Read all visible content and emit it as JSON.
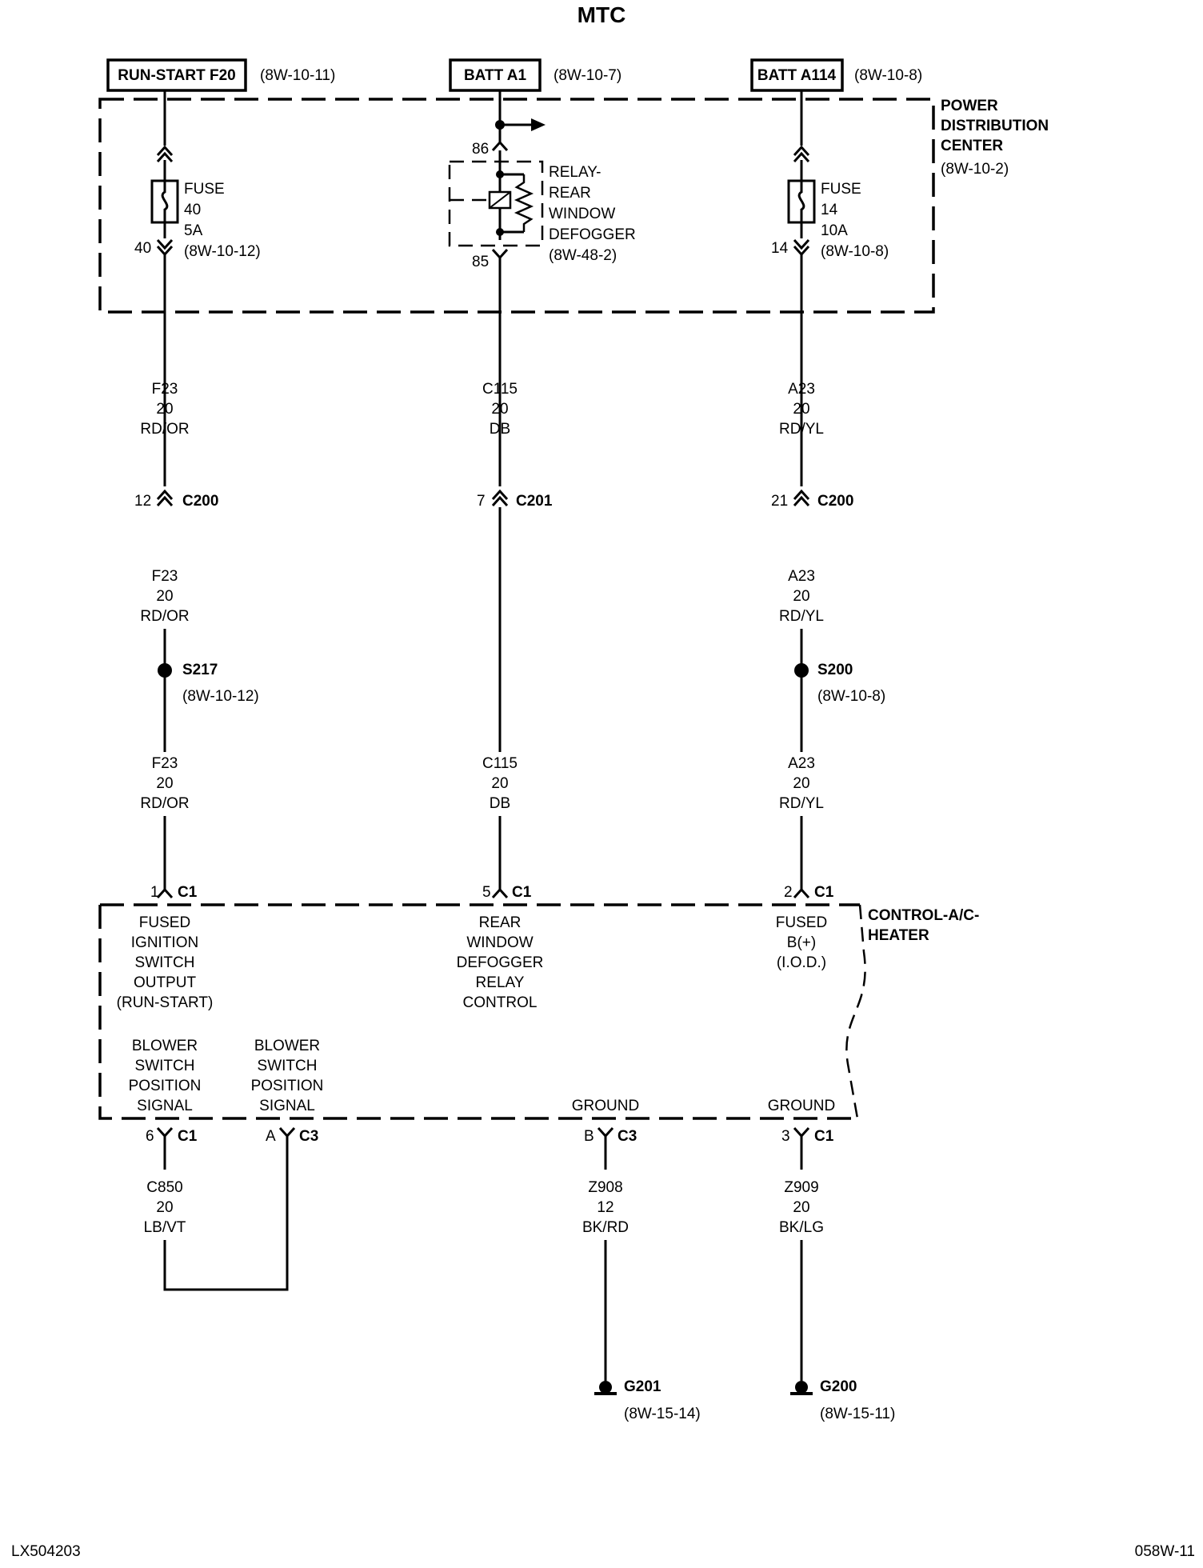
{
  "title": "MTC",
  "sources": {
    "run_start": {
      "label": "RUN-START F20",
      "ref": "(8W-10-11)"
    },
    "batt_a1": {
      "label": "BATT A1",
      "ref": "(8W-10-7)"
    },
    "batt_a114": {
      "label": "BATT A114",
      "ref": "(8W-10-8)"
    }
  },
  "pdc": {
    "line1": "POWER",
    "line2": "DISTRIBUTION",
    "line3": "CENTER",
    "ref": "(8W-10-2)"
  },
  "fuse40": {
    "line1": "FUSE",
    "line2": "40",
    "line3": "5A",
    "ref": "(8W-10-12)",
    "pin": "40"
  },
  "fuse14": {
    "line1": "FUSE",
    "line2": "14",
    "line3": "10A",
    "ref": "(8W-10-8)",
    "pin": "14"
  },
  "relay": {
    "line1": "RELAY-",
    "line2": "REAR",
    "line3": "WINDOW",
    "line4": "DEFOGGER",
    "ref": "(8W-48-2)",
    "pin_top": "86",
    "pin_bottom": "85"
  },
  "wires": {
    "f23_a": {
      "id": "F23",
      "gauge": "20",
      "color": "RD/OR"
    },
    "c115_a": {
      "id": "C115",
      "gauge": "20",
      "color": "DB"
    },
    "a23_a": {
      "id": "A23",
      "gauge": "20",
      "color": "RD/YL"
    },
    "f23_b": {
      "id": "F23",
      "gauge": "20",
      "color": "RD/OR"
    },
    "a23_b": {
      "id": "A23",
      "gauge": "20",
      "color": "RD/YL"
    },
    "f23_c": {
      "id": "F23",
      "gauge": "20",
      "color": "RD/OR"
    },
    "c115_c": {
      "id": "C115",
      "gauge": "20",
      "color": "DB"
    },
    "a23_c": {
      "id": "A23",
      "gauge": "20",
      "color": "RD/YL"
    },
    "c850": {
      "id": "C850",
      "gauge": "20",
      "color": "LB/VT"
    },
    "z908": {
      "id": "Z908",
      "gauge": "12",
      "color": "BK/RD"
    },
    "z909": {
      "id": "Z909",
      "gauge": "20",
      "color": "BK/LG"
    }
  },
  "connectors": {
    "c200_left": {
      "pin": "12",
      "name": "C200"
    },
    "c201": {
      "pin": "7",
      "name": "C201"
    },
    "c200_right": {
      "pin": "21",
      "name": "C200"
    },
    "c1_pin1": {
      "pin": "1",
      "name": "C1"
    },
    "c1_pin5": {
      "pin": "5",
      "name": "C1"
    },
    "c1_pin2": {
      "pin": "2",
      "name": "C1"
    },
    "c1_pin6": {
      "pin": "6",
      "name": "C1"
    },
    "c3_pina": {
      "pin": "A",
      "name": "C3"
    },
    "c3_pinb": {
      "pin": "B",
      "name": "C3"
    },
    "c1_pin3": {
      "pin": "3",
      "name": "C1"
    }
  },
  "splices": {
    "s217": {
      "name": "S217",
      "ref": "(8W-10-12)"
    },
    "s200": {
      "name": "S200",
      "ref": "(8W-10-8)"
    }
  },
  "module": {
    "title1": "CONTROL-A/C-",
    "title2": "HEATER",
    "fused_ign": [
      "FUSED",
      "IGNITION",
      "SWITCH",
      "OUTPUT",
      "(RUN-START)"
    ],
    "defog_ctrl": [
      "REAR",
      "WINDOW",
      "DEFOGGER",
      "RELAY",
      "CONTROL"
    ],
    "fused_b": [
      "FUSED",
      "B(+)",
      "(I.O.D.)"
    ],
    "blower1": [
      "BLOWER",
      "SWITCH",
      "POSITION",
      "SIGNAL"
    ],
    "blower2": [
      "BLOWER",
      "SWITCH",
      "POSITION",
      "SIGNAL"
    ],
    "ground1": "GROUND",
    "ground2": "GROUND"
  },
  "grounds": {
    "g201": {
      "name": "G201",
      "ref": "(8W-15-14)"
    },
    "g200": {
      "name": "G200",
      "ref": "(8W-15-11)"
    }
  },
  "footer": {
    "left": "LX504203",
    "right": "058W-11"
  }
}
